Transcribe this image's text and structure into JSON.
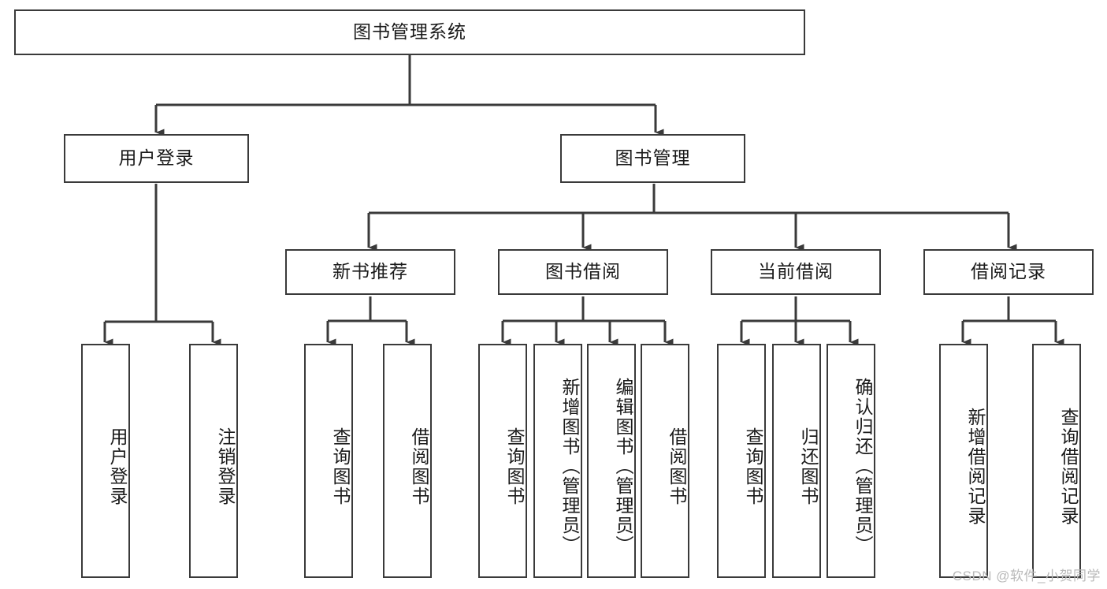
{
  "diagram": {
    "title": "图书管理系统",
    "type": "tree-hierarchy",
    "watermark": "CSDN @软件_小贺同学",
    "colors": {
      "box_border": "#3a3a3a",
      "box_fill": "#ffffff",
      "connector": "#3a3a3a",
      "text": "#1a1a1a",
      "watermark": "#b9b9b9"
    },
    "root": {
      "label": "图书管理系统"
    },
    "level2": [
      {
        "label": "用户登录"
      },
      {
        "label": "图书管理"
      }
    ],
    "level3": [
      {
        "label": "新书推荐"
      },
      {
        "label": "图书借阅"
      },
      {
        "label": "当前借阅"
      },
      {
        "label": "借阅记录"
      }
    ],
    "leaves": {
      "user_login": [
        {
          "label": "用户登录"
        },
        {
          "label": "注销登录"
        }
      ],
      "new_book_recommend": [
        {
          "label": "查询图书"
        },
        {
          "label": "借阅图书"
        }
      ],
      "book_borrow": [
        {
          "label": "查询图书"
        },
        {
          "label": "新增图书（管理员）"
        },
        {
          "label": "编辑图书（管理员）"
        },
        {
          "label": "借阅图书"
        }
      ],
      "current_borrow": [
        {
          "label": "查询图书"
        },
        {
          "label": "归还图书"
        },
        {
          "label": "确认归还（管理员）"
        }
      ],
      "borrow_record": [
        {
          "label": "新增借阅记录"
        },
        {
          "label": "查询借阅记录"
        }
      ]
    }
  }
}
